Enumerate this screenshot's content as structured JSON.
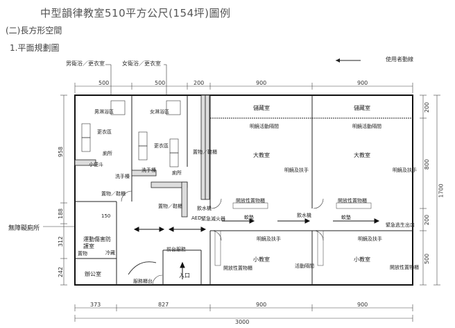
{
  "title": "中型韻律教室510平方公尺(154坪)圖例",
  "section": "(二)長方形空間",
  "subsection": "1.平面規劃圖",
  "legend_circulation": "使用者動線",
  "callouts": {
    "male_restroom": "男衛浴／更衣室",
    "female_restroom": "女衛浴／更衣室",
    "accessible_toilet": "無障礙廁所"
  },
  "top_dims": [
    "500",
    "500",
    "200",
    "900",
    "900"
  ],
  "bottom_dims": [
    "373",
    "827",
    "900",
    "900"
  ],
  "total_width": "3000",
  "left_dims": [
    "958",
    "188",
    "312",
    "242"
  ],
  "right_dims": [
    "200",
    "800",
    "200",
    "500"
  ],
  "right_total": "1700",
  "rooms": {
    "storage_left": "儲藏室",
    "storage_right": "儲藏室",
    "large_class_left": "大教室",
    "large_class_right": "大教室",
    "small_class_left": "小教室",
    "small_class_right": "小教室",
    "office": "辦公室",
    "health_room": "運動傷害防護室",
    "entrance": "入口"
  },
  "small_labels": {
    "male_shower": "男淋浴區",
    "female_shower": "女淋浴區",
    "changing_left": "更衣區",
    "changing_right": "更衣區",
    "toilet_left": "廁所",
    "toilet_right": "廁所",
    "urinal": "小便斗",
    "sink_left": "洗手檯",
    "sink_right": "洗手檯",
    "shoe_left": "置物／鞋櫃",
    "shoe_mid": "置物／鞋櫃",
    "shoe_right": "置物／鞋櫃",
    "water_fountain_left": "飲水機",
    "water_fountain_right": "飲水機",
    "aed": "AED",
    "fire_equipment": "緊急滅火器",
    "emergency_exit": "緊急逃生出口",
    "storage_rack_left": "明鏡活動隔間",
    "storage_rack_right": "明鏡活動隔間",
    "mirror_handrail_l1": "明鏡及扶手",
    "mirror_handrail_r1": "明鏡及扶手",
    "mirror_handrail_l2": "明鏡及扶手",
    "mirror_handrail_r2": "明鏡及扶手",
    "open_shelf_l": "開放性置物櫃",
    "open_shelf_r": "開放性置物櫃",
    "open_shelf_sl": "開放性置物櫃",
    "open_shelf_sr": "開放性置物櫃",
    "ac_label_l": "活動隔間",
    "mat_l": "軟墊",
    "mat_r": "軟墊",
    "service_counter": "服務櫃台",
    "front_reception": "前台服務",
    "accessible_area": "150",
    "cold_room": "冷藏",
    "storage_small": "置物"
  }
}
